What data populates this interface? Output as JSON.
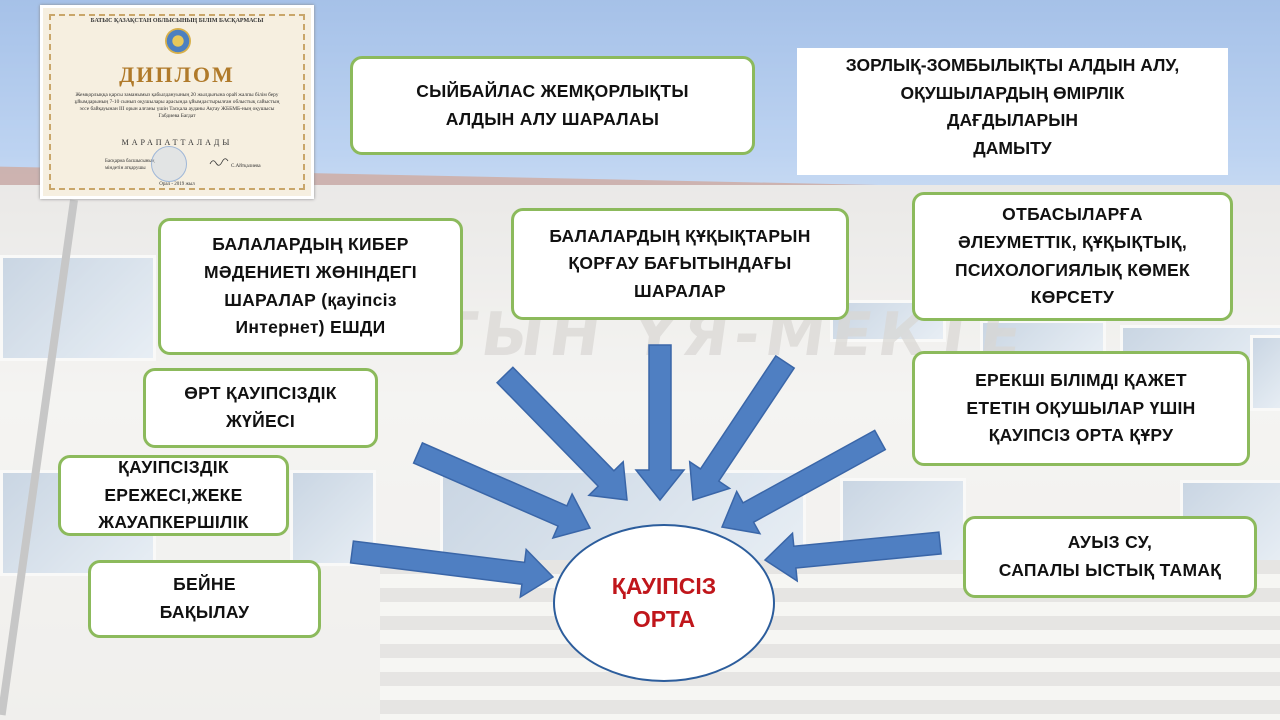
{
  "diploma": {
    "org": "БАТЫС ҚАЗАҚСТАН ОБЛЫСЫНЫҢ БІЛІМ БАСҚАРМАСЫ",
    "title": "ДИПЛОМ",
    "text": "Жемқорлыққа қарсы заманымыз қабылдануының 20 жылдығына орай жалпы білім беру ұйымдарының 7-10 сынып оқушылары арасында ұйымдастырылған облыстық сайыстың эссе байқауынан III орын алғаны үшін Тасқала ауданы Ақтау ЖББМБ-ның оқушысы Габдиева Багдат",
    "honor": "МАРАПАТТАЛАДЫ",
    "signer_left": "Басқарма басшысының міндетін атқарушы",
    "signer_right": "С.Айтқалиева",
    "date": "Орал - 2019 жыл"
  },
  "boxes": {
    "corruption": "СЫЙБАЙЛАС ЖЕМҚОРЛЫҚТЫ\nАЛДЫН АЛУ ШАРАЛАЫ",
    "violence": "ЗОРЛЫҚ-ЗОМБЫЛЫҚТЫ АЛДЫН АЛУ,\nОҚУШЫЛАРДЫҢ ӨМІРЛІК\nДАҒДЫЛАРЫН\nДАМЫТУ",
    "cyber": "БАЛАЛАРДЫҢ КИБЕР\nМӘДЕНИЕТІ ЖӨНІНДЕГІ\nШАРАЛАР (қауіпсіз\nИнтернет) ЕШДИ",
    "rights": "БАЛАЛАРДЫҢ ҚҰҚЫҚТАРЫН\nҚОРҒАУ БАҒЫТЫНДАҒЫ\nШАРАЛАР",
    "families": "ОТБАСЫЛАРҒА\nӘЛЕУМЕТТІК, ҚҰҚЫҚТЫҚ,\nПСИХОЛОГИЯЛЫҚ КӨМЕК\nКӨРСЕТУ",
    "fire": "ӨРТ  ҚАУІПСІЗДІК\nЖҮЙЕСІ",
    "special": "ЕРЕКШІ БІЛІМДІ ҚАЖЕТ\nЕТЕТІН ОҚУШЫЛАР ҮШІН\nҚАУІПСІЗ ОРТА ҚҰРУ",
    "rules": "ҚАУІПСІЗДІК\nЕРЕЖЕСІ,ЖЕКЕ\nЖАУАПКЕРШІЛІК",
    "water": "АУЫЗ СУ,\nСАПАЛЫ ЫСТЫҚ ТАМАҚ",
    "video": "БЕЙНЕ\nБАҚЫЛАУ"
  },
  "center": "ҚАУІПСІЗ\nОРТА",
  "colors": {
    "box_border": "#8cba5c",
    "arrow_fill": "#4f7fc2",
    "arrow_stroke": "#3a66a8",
    "center_text": "#c0161b",
    "center_border": "#2c5d9c"
  }
}
